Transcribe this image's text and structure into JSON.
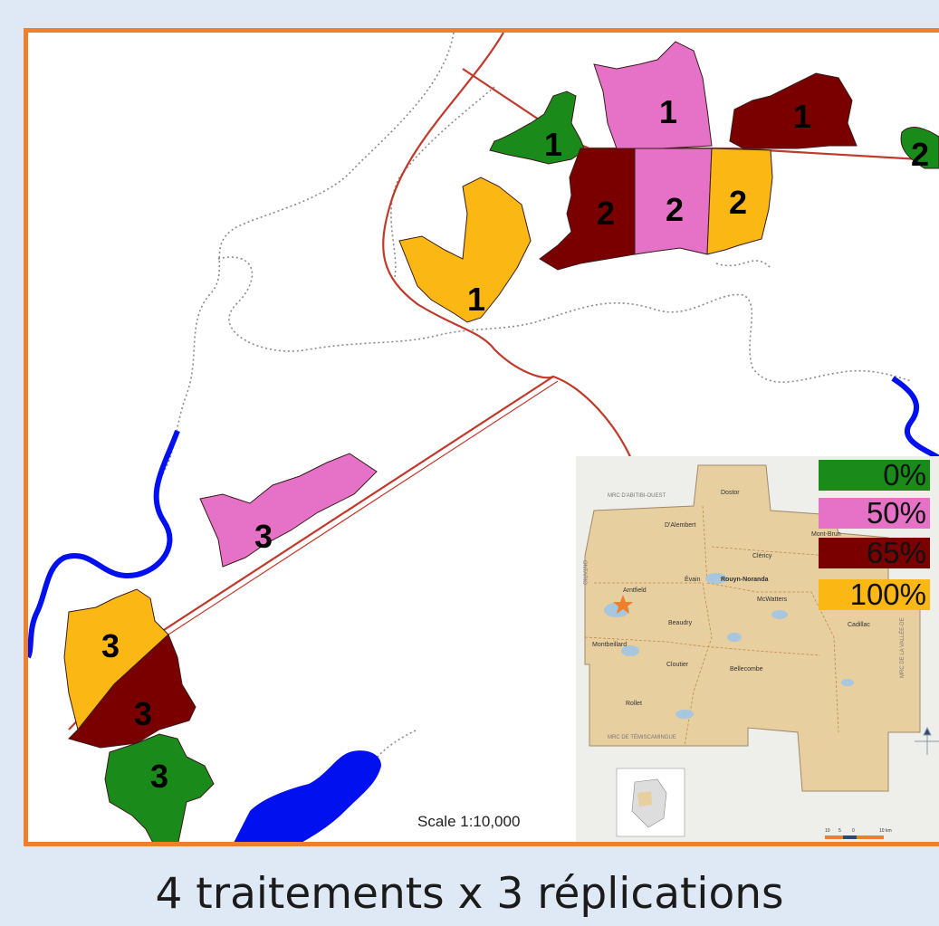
{
  "plots": [
    {
      "label": "1",
      "treatment": "0%"
    },
    {
      "label": "1",
      "treatment": "50%"
    },
    {
      "label": "1",
      "treatment": "65%"
    },
    {
      "label": "1",
      "treatment": "100%"
    },
    {
      "label": "2",
      "treatment": "0%"
    },
    {
      "label": "2",
      "treatment": "50%"
    },
    {
      "label": "2",
      "treatment": "65%"
    },
    {
      "label": "2",
      "treatment": "100%"
    },
    {
      "label": "3",
      "treatment": "0%"
    },
    {
      "label": "3",
      "treatment": "50%"
    },
    {
      "label": "3",
      "treatment": "65%"
    },
    {
      "label": "3",
      "treatment": "100%"
    }
  ],
  "legend": [
    {
      "label": "0%",
      "color": "#1a8a1a"
    },
    {
      "label": "50%",
      "color": "#e672c7"
    },
    {
      "label": "65%",
      "color": "#7a0000"
    },
    {
      "label": "100%",
      "color": "#fbb714"
    }
  ],
  "scale_label": "Scale 1:10,000",
  "caption": "4 traitements x 3 réplications",
  "inset": {
    "places": [
      "Dostor",
      "Mont-Brun",
      "D'Alembert",
      "Cléricy",
      "Évain",
      "Rouyn-Noranda",
      "McWatters",
      "Arntfield",
      "Cadillac",
      "Beaudry",
      "Montbeillard",
      "Cloutier",
      "Bellecombe",
      "Rollet"
    ],
    "region_labels": [
      "MRC D'ABITIBI-OUEST",
      "MRC DE TÉMISCAMINGUE",
      "ONTARIO",
      "MRC DE LA VALLÉE-DE"
    ],
    "scale_ticks": [
      "10",
      "5",
      "0",
      "10 km"
    ]
  },
  "colors": {
    "frame": "#f07f2c",
    "water": "#0010ee",
    "road": "#c0392b",
    "background": "#dfe9f5"
  }
}
